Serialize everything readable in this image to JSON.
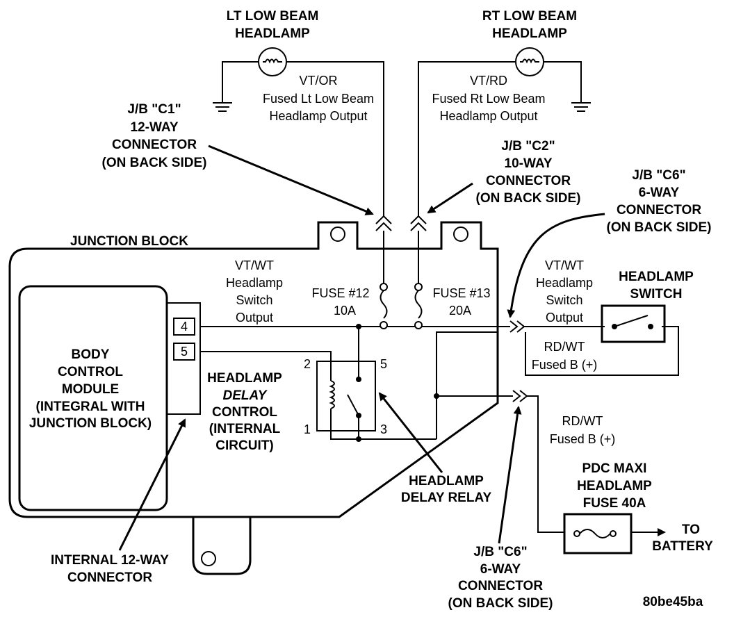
{
  "lamps": {
    "left": {
      "line1": "LT LOW BEAM",
      "line2": "HEADLAMP"
    },
    "right": {
      "line1": "RT LOW BEAM",
      "line2": "HEADLAMP"
    }
  },
  "wires": {
    "left_output": {
      "color": "VT/OR",
      "line1": "Fused Lt Low Beam",
      "line2": "Headlamp Output"
    },
    "right_output": {
      "color": "VT/RD",
      "line1": "Fused Rt Low Beam",
      "line2": "Headlamp Output"
    },
    "switch_output_inside": {
      "line1": "VT/WT",
      "line2": "Headlamp",
      "line3": "Switch",
      "line4": "Output"
    },
    "switch_output_outside": {
      "line1": "VT/WT",
      "line2": "Headlamp",
      "line3": "Switch",
      "line4": "Output"
    },
    "fused_b_switch": {
      "line1": "RD/WT",
      "line2": "Fused B (+)"
    },
    "fused_b_pdc": {
      "line1": "RD/WT",
      "line2": "Fused B (+)"
    }
  },
  "connectors": {
    "c1": {
      "line1": "J/B \"C1\"",
      "line2": "12-WAY",
      "line3": "CONNECTOR",
      "line4": "(ON BACK SIDE)"
    },
    "c2": {
      "line1": "J/B \"C2\"",
      "line2": "10-WAY",
      "line3": "CONNECTOR",
      "line4": "(ON BACK SIDE)"
    },
    "c6_top": {
      "line1": "J/B \"C6\"",
      "line2": "6-WAY",
      "line3": "CONNECTOR",
      "line4": "(ON BACK SIDE)"
    },
    "c6_bottom": {
      "line1": "J/B \"C6\"",
      "line2": "6-WAY",
      "line3": "CONNECTOR",
      "line4": "(ON BACK SIDE)"
    },
    "internal": {
      "line1": "INTERNAL 12-WAY",
      "line2": "CONNECTOR"
    }
  },
  "junction_block_label": "JUNCTION BLOCK",
  "bcm": {
    "line1": "BODY",
    "line2": "CONTROL",
    "line3": "MODULE",
    "line4": "(INTEGRAL WITH",
    "line5": "JUNCTION BLOCK)",
    "pin_a": "4",
    "pin_b": "5"
  },
  "delay_control": {
    "line1": "HEADLAMP",
    "line2": "DELAY",
    "line3": "CONTROL",
    "line4": "(INTERNAL",
    "line5": "CIRCUIT)"
  },
  "fuses": {
    "f12": {
      "name": "FUSE #12",
      "rating": "10A"
    },
    "f13": {
      "name": "FUSE #13",
      "rating": "20A"
    }
  },
  "relay": {
    "pin1": "1",
    "pin2": "2",
    "pin3": "3",
    "pin5": "5",
    "line1": "HEADLAMP",
    "line2": "DELAY RELAY"
  },
  "headlamp_switch": {
    "line1": "HEADLAMP",
    "line2": "SWITCH"
  },
  "pdc_fuse": {
    "line1": "PDC MAXI",
    "line2": "HEADLAMP",
    "line3": "FUSE 40A"
  },
  "battery": {
    "line1": "TO",
    "line2": "BATTERY"
  },
  "figure_id": "80be45ba",
  "icons": [
    "lamp-icon",
    "ground-icon",
    "fuse-icon",
    "relay-coil-icon",
    "switch-icon",
    "connector-chevron-icon",
    "arrow-icon"
  ]
}
